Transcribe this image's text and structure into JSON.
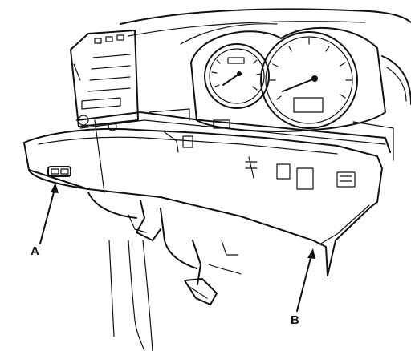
{
  "diagram": {
    "callouts": [
      {
        "id": "A",
        "label": "A"
      },
      {
        "id": "B",
        "label": "B"
      }
    ],
    "colors": {
      "ink": "#111111",
      "paper": "#ffffff"
    }
  }
}
